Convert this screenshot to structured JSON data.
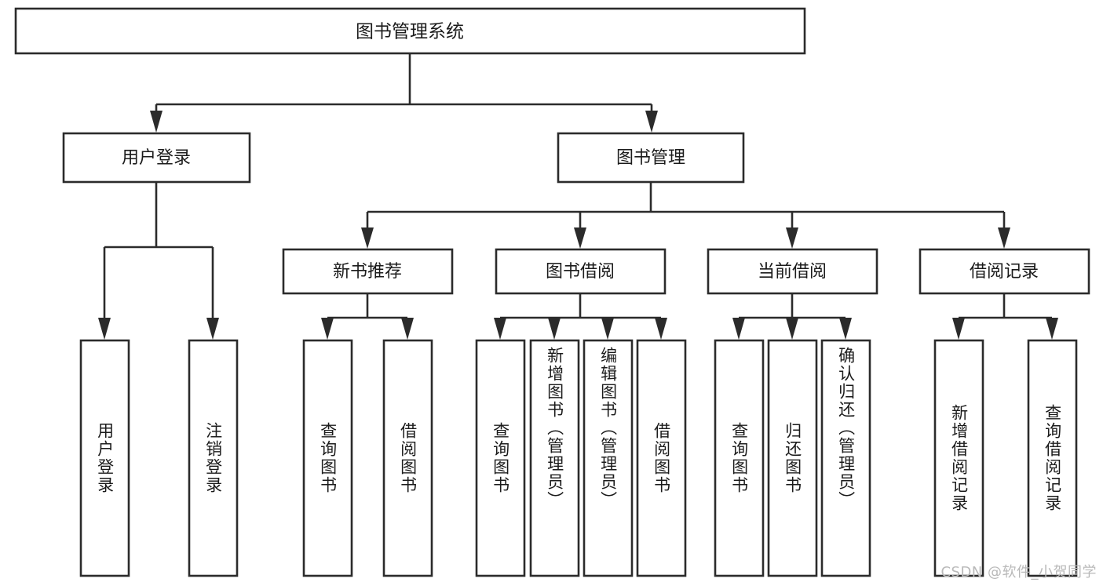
{
  "diagram": {
    "title": "图书管理系统",
    "watermark": "CSDN @软件_小贺同学",
    "colors": {
      "stroke": "#2b2b2b",
      "fill": "#ffffff",
      "text": "#1b1b1b",
      "watermark": "#b9b9b9"
    },
    "root": {
      "label": "图书管理系统"
    },
    "level2": [
      {
        "label": "用户登录"
      },
      {
        "label": "图书管理"
      }
    ],
    "level3": [
      {
        "label": "新书推荐"
      },
      {
        "label": "图书借阅"
      },
      {
        "label": "当前借阅"
      },
      {
        "label": "借阅记录"
      }
    ],
    "leaves": {
      "user_login": [
        {
          "label": "用户登录"
        },
        {
          "label": "注销登录"
        }
      ],
      "new_book": [
        {
          "label": "查询图书"
        },
        {
          "label": "借阅图书"
        }
      ],
      "borrow_book": [
        {
          "label": "查询图书"
        },
        {
          "label": "新增图书（管理员）"
        },
        {
          "label": "编辑图书（管理员）"
        },
        {
          "label": "借阅图书"
        }
      ],
      "current_borrow": [
        {
          "label": "查询图书"
        },
        {
          "label": "归还图书"
        },
        {
          "label": "确认归还（管理员）"
        }
      ],
      "borrow_record": [
        {
          "label": "新增借阅记录"
        },
        {
          "label": "查询借阅记录"
        }
      ]
    }
  }
}
